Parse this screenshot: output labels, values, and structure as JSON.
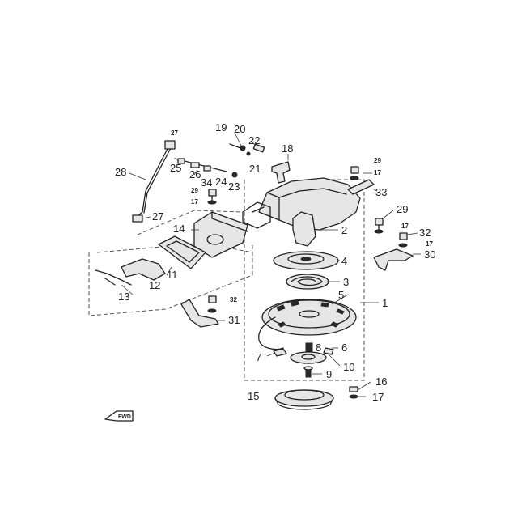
{
  "callouts": {
    "c1": "1",
    "c2": "2",
    "c3": "3",
    "c4": "4",
    "c5": "5",
    "c6": "6",
    "c7": "7",
    "c8": "8",
    "c9": "9",
    "c10": "10",
    "c11": "11",
    "c12": "12",
    "c13": "13",
    "c14": "14",
    "c15": "15",
    "c16": "16",
    "c17a": "17",
    "c17b": "17",
    "c17c": "17",
    "c17d": "17",
    "c17e": "17",
    "c18": "18",
    "c19": "19",
    "c20": "20",
    "c21": "21",
    "c22": "22",
    "c23": "23",
    "c24": "24",
    "c25": "25",
    "c26": "26",
    "c27a": "27",
    "c27b": "27",
    "c28": "28",
    "c29a": "29",
    "c29b": "29",
    "c29c": "29",
    "c30": "30",
    "c31": "31",
    "c32a": "32",
    "c32b": "32",
    "c33": "33",
    "c34": "34"
  },
  "fwd_label": "FWD"
}
